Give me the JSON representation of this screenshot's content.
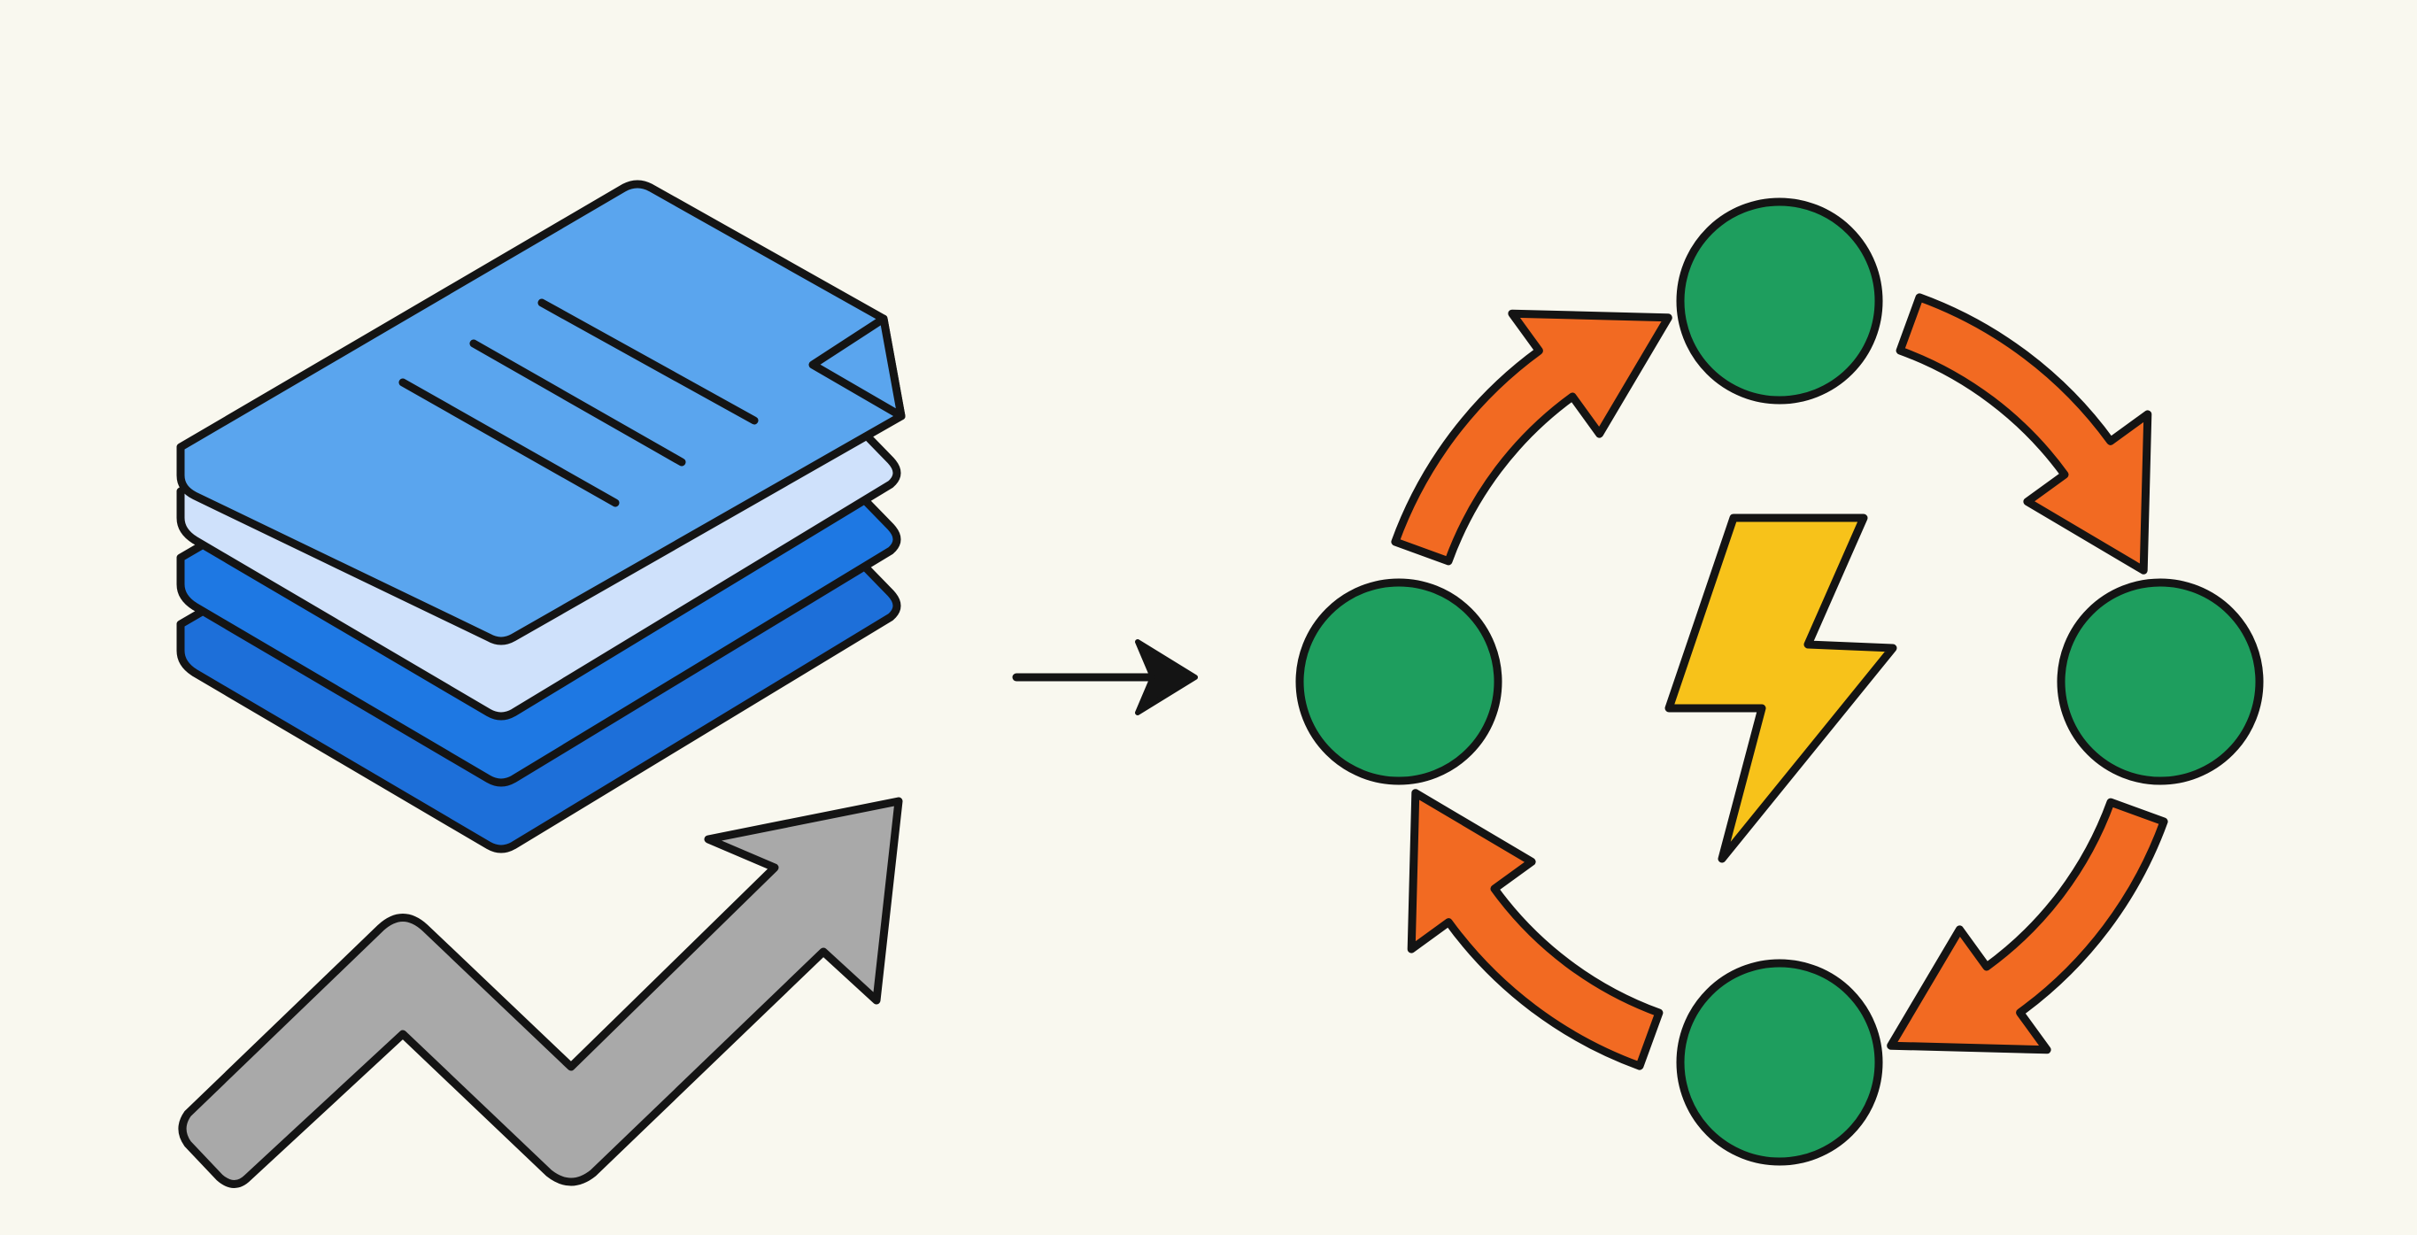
{
  "colors": {
    "background": "#f9f8ef",
    "outline": "#141414",
    "doc_top": "#5aa5ee",
    "doc_light_layer": "#cfe1fb",
    "doc_mid_layer": "#1e78e3",
    "doc_bottom_layer": "#1d6fd9",
    "trend_arrow": "#a9a9a9",
    "cycle_arrow": "#f26a22",
    "node": "#1e9e5e",
    "bolt": "#f7c21a"
  },
  "icons": {
    "left": [
      "document-stack-icon",
      "trend-up-arrow-icon"
    ],
    "connector": "right-arrow-icon",
    "right": [
      "cycle-ring-icon",
      "lightning-bolt-icon"
    ]
  },
  "cycle": {
    "node_count": 4,
    "arrow_count": 4,
    "direction": "clockwise"
  }
}
